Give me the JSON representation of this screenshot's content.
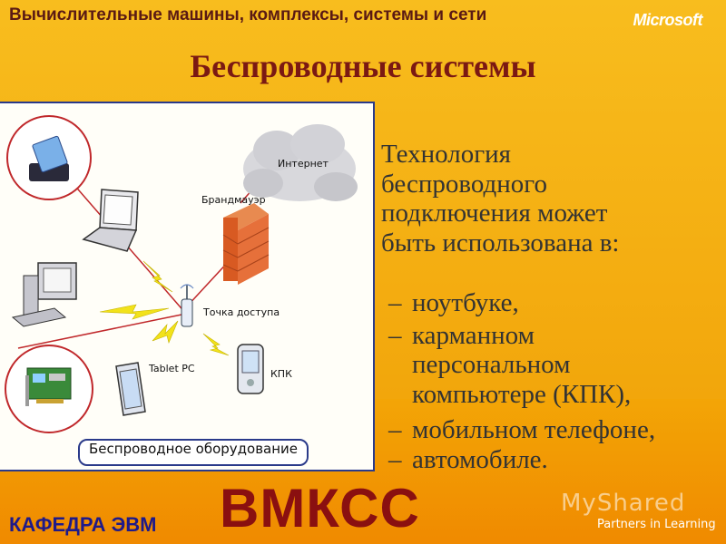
{
  "header": {
    "course_title": "Вычислительные машины, комплексы, системы и сети",
    "brand_logo": "Microsoft"
  },
  "slide": {
    "title": "Беспроводные системы",
    "intro_lines": [
      "Технология",
      "беспроводного",
      "подключения может",
      "быть использована в:"
    ],
    "bullet_dash": "–",
    "bullets": [
      {
        "lines": [
          "ноутбуке,"
        ]
      },
      {
        "lines": [
          "карманном",
          "персональном",
          "компьютере (КПК),"
        ]
      },
      {
        "lines": [
          "мобильном  телефоне,"
        ]
      },
      {
        "lines": [
          "автомобиле."
        ]
      }
    ]
  },
  "diagram": {
    "labels": {
      "internet": "Интернет",
      "firewall": "Брандмауэр",
      "access_point": "Точка доступа",
      "tablet": "Tablet PC",
      "pda": "КПК"
    },
    "caption": "Беспроводное оборудование"
  },
  "footer": {
    "department": "КАФЕДРА ЭВМ",
    "acronym": "ВМКСС",
    "watermark": "MyShared",
    "partners": "Partners in Learning"
  },
  "colors": {
    "background": "#f6b516",
    "title": "#7b1913",
    "department": "#1e1a8a",
    "acronym": "#8a1010",
    "diagram_border": "#2a3a8a"
  },
  "icons": [
    "cloud-icon",
    "firewall-icon",
    "access-point-icon",
    "laptop-icon",
    "desktop-icon",
    "tablet-icon",
    "pda-icon",
    "wireless-card-icon",
    "network-card-icon",
    "lightning-icon"
  ]
}
